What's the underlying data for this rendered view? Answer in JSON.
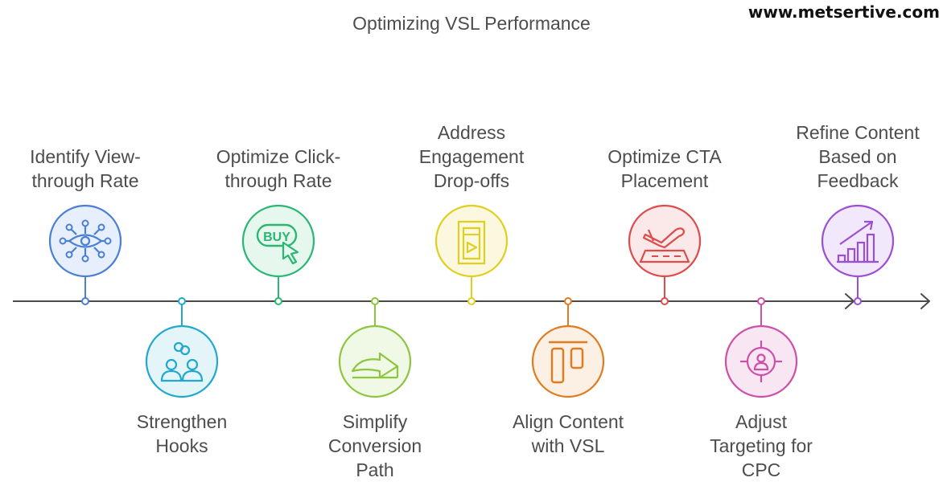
{
  "title": "Optimizing VSL Performance",
  "watermark": "www.metsertive.com",
  "steps": [
    {
      "label": [
        "Identify View-",
        "through Rate"
      ],
      "position": "above",
      "color": "#4a7fd4",
      "fill": "#e6effb",
      "icon": "eye-network-icon"
    },
    {
      "label": [
        "Strengthen",
        "Hooks"
      ],
      "position": "below",
      "color": "#22a8cc",
      "fill": "#e4f5fa",
      "icon": "people-link-icon"
    },
    {
      "label": [
        "Optimize Click-",
        "through Rate"
      ],
      "position": "above",
      "color": "#2bb673",
      "fill": "#e6f7ee",
      "icon": "buy-click-icon"
    },
    {
      "label": [
        "Simplify",
        "Conversion",
        "Path"
      ],
      "position": "below",
      "color": "#8cc63f",
      "fill": "#f0f8e6",
      "icon": "curved-arrow-icon"
    },
    {
      "label": [
        "Address",
        "Engagement",
        "Drop-offs"
      ],
      "position": "above",
      "color": "#e0cf1f",
      "fill": "#fbf8df",
      "icon": "mailbox-icon"
    },
    {
      "label": [
        "Align Content",
        "with VSL"
      ],
      "position": "below",
      "color": "#e07b1f",
      "fill": "#fcefe3",
      "icon": "align-top-icon"
    },
    {
      "label": [
        "Optimize CTA",
        "Placement"
      ],
      "position": "above",
      "color": "#dd4b4b",
      "fill": "#fbe8e8",
      "icon": "plane-landing-icon"
    },
    {
      "label": [
        "Adjust",
        "Targeting for",
        "CPC"
      ],
      "position": "below",
      "color": "#cc4fa8",
      "fill": "#f9e6f3",
      "icon": "target-person-icon"
    },
    {
      "label": [
        "Refine Content",
        "Based on",
        "Feedback"
      ],
      "position": "above",
      "color": "#9b4fd4",
      "fill": "#f2e8fb",
      "icon": "growth-chart-icon"
    }
  ]
}
